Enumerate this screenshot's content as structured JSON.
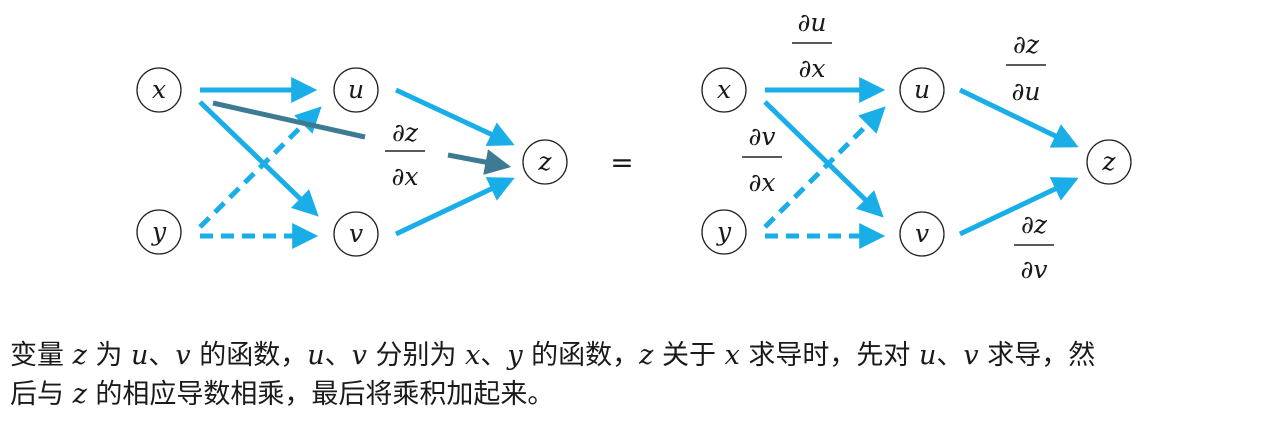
{
  "colors": {
    "arrow": "#1aaee8",
    "highlight": "#3d7b93",
    "stroke": "#222222"
  },
  "left": {
    "nodes": {
      "x": "x",
      "y": "y",
      "u": "u",
      "v": "v",
      "z": "z"
    },
    "fraction": {
      "num": "∂z",
      "den": "∂x"
    }
  },
  "equals": "=",
  "right": {
    "nodes": {
      "x": "x",
      "y": "y",
      "u": "u",
      "v": "v",
      "z": "z"
    },
    "fractions": {
      "du_dx": {
        "num": "∂u",
        "den": "∂x"
      },
      "dv_dx": {
        "num": "∂v",
        "den": "∂x"
      },
      "dz_du": {
        "num": "∂z",
        "den": "∂u"
      },
      "dz_dv": {
        "num": "∂z",
        "den": "∂v"
      }
    }
  },
  "caption": {
    "line1": [
      {
        "t": "变量 "
      },
      {
        "m": "z"
      },
      {
        "t": " 为 "
      },
      {
        "m": "u"
      },
      {
        "t": "、"
      },
      {
        "m": "v"
      },
      {
        "t": " 的函数，"
      },
      {
        "m": "u"
      },
      {
        "t": "、"
      },
      {
        "m": "v"
      },
      {
        "t": " 分别为 "
      },
      {
        "m": "x"
      },
      {
        "t": "、"
      },
      {
        "m": "y"
      },
      {
        "t": " 的函数，"
      },
      {
        "m": "z"
      },
      {
        "t": " 关于 "
      },
      {
        "m": "x"
      },
      {
        "t": " 求导时，先对 "
      },
      {
        "m": "u"
      },
      {
        "t": "、"
      },
      {
        "m": "v"
      },
      {
        "t": " 求导，然"
      }
    ],
    "line2": [
      {
        "t": "后与 "
      },
      {
        "m": "z"
      },
      {
        "t": " 的相应导数相乘，最后将乘积加起来。"
      }
    ]
  }
}
